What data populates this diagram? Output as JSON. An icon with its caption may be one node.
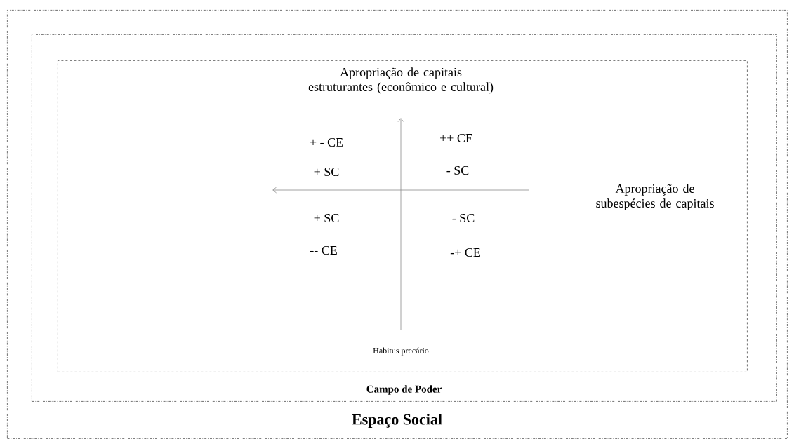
{
  "diagram": {
    "nodes": [
      {
        "text": [
          "Espaço Social"
        ]
      },
      {
        "text": [
          "Campo de Poder"
        ],
        "in": 0
      },
      {
        "text": [],
        "shape": "box",
        "in": 1
      }
    ],
    "labels": [
      "Apropriação de capitais estruturantes (econômico e cultural)",
      "+ - CE",
      "++ CE",
      "+ SC",
      "- SC",
      "Apropriação de subespécies de capitais",
      "+ SC",
      "- SC",
      "-- CE",
      "-+ CE",
      "Habitus precário"
    ]
  }
}
